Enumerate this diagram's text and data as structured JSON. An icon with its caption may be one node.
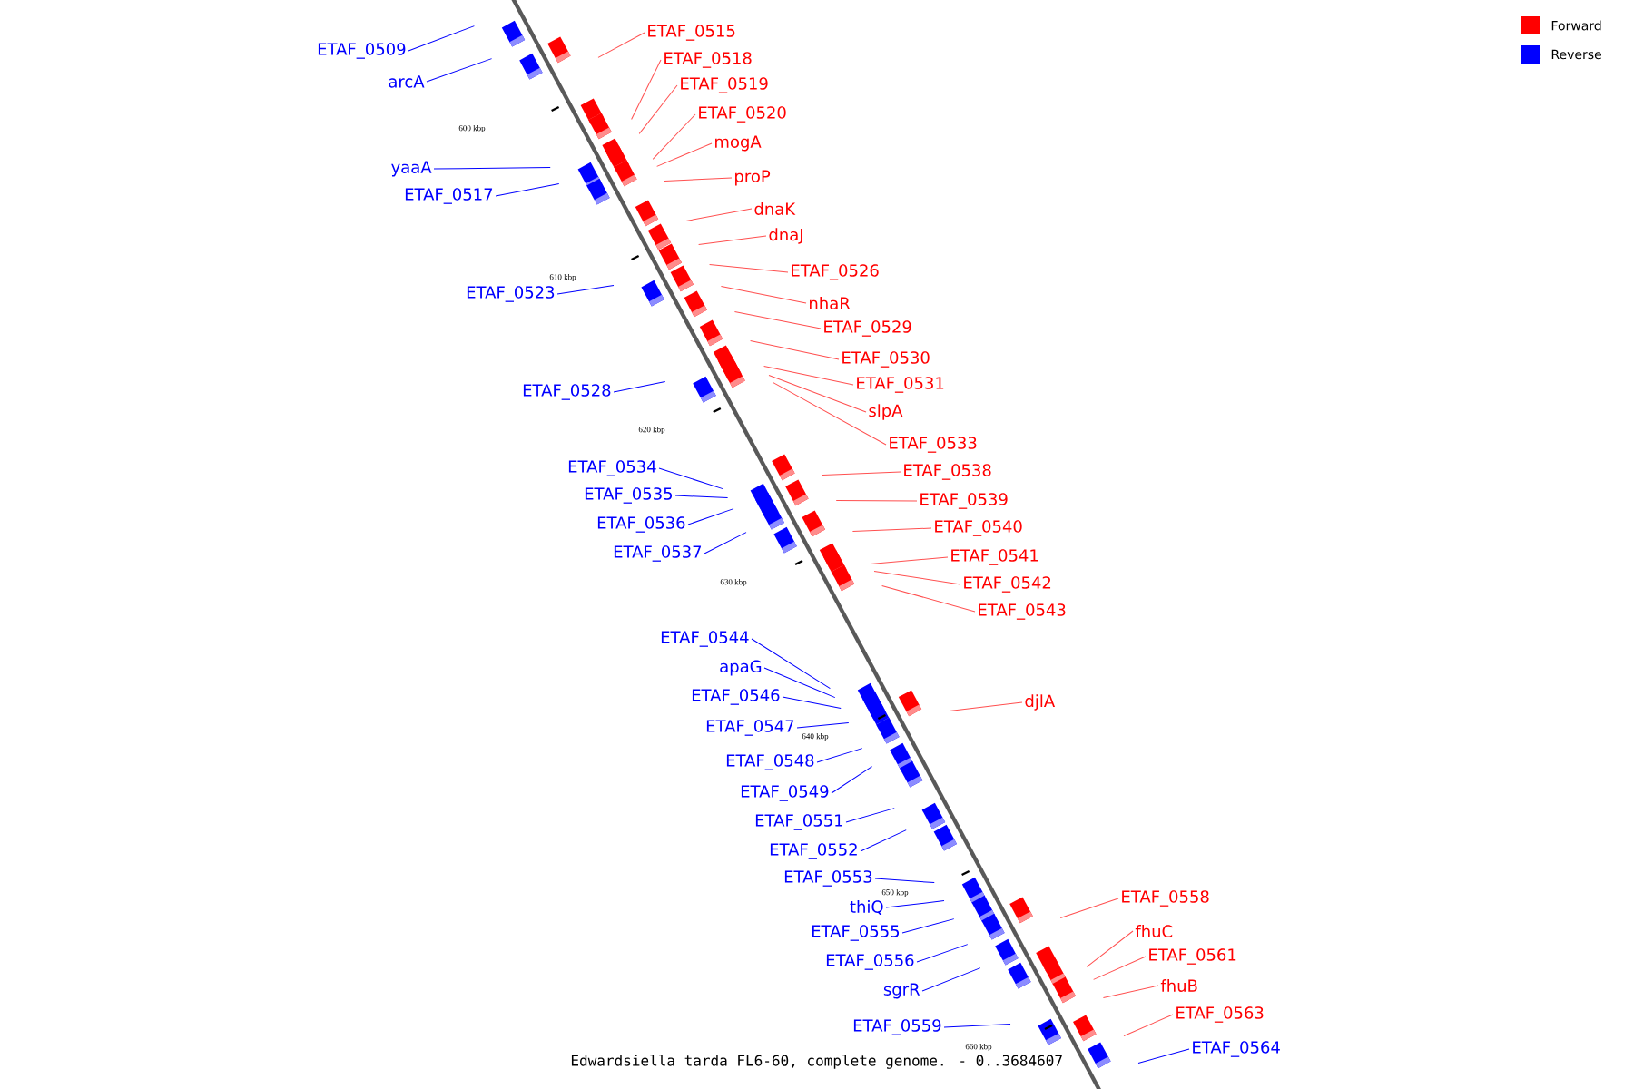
{
  "diagram": {
    "caption": "Edwardsiella tarda FL6-60, complete genome. - 0..3684607",
    "nodes": [
      {
        "text": [
          "ETAF_0515"
        ]
      },
      {
        "text": [
          "ETAF_0518"
        ]
      },
      {
        "text": [
          "ETAF_0519"
        ]
      },
      {
        "text": [
          "ETAF_0520"
        ]
      },
      {
        "text": [
          "mogA"
        ]
      },
      {
        "text": [
          "proP"
        ]
      },
      {
        "text": [
          "dnaK"
        ]
      },
      {
        "text": [
          "dnaJ"
        ]
      },
      {
        "text": [
          "ETAF_0526"
        ]
      },
      {
        "text": [
          "nhaR"
        ]
      },
      {
        "text": [
          "ETAF_0529"
        ]
      },
      {
        "text": [
          "ETAF_0530"
        ]
      },
      {
        "text": [
          "ETAF_0531"
        ]
      },
      {
        "text": [
          "slpA"
        ]
      },
      {
        "text": [
          "ETAF_0533"
        ]
      },
      {
        "text": [
          "ETAF_0538"
        ]
      },
      {
        "text": [
          "ETAF_0539"
        ]
      },
      {
        "text": [
          "ETAF_0540"
        ]
      },
      {
        "text": [
          "ETAF_0541"
        ]
      },
      {
        "text": [
          "ETAF_0542"
        ]
      },
      {
        "text": [
          "ETAF_0543"
        ]
      },
      {
        "text": [
          "djlA"
        ]
      },
      {
        "text": [
          "ETAF_0558"
        ]
      },
      {
        "text": [
          "fhuC"
        ]
      },
      {
        "text": [
          "ETAF_0561"
        ]
      },
      {
        "text": [
          "fhuB"
        ]
      },
      {
        "text": [
          "ETAF_0563"
        ]
      },
      {
        "text": [
          "ETAF_0564"
        ]
      },
      {
        "text": [
          "ETAF_0509"
        ]
      },
      {
        "text": [
          "arcA"
        ]
      },
      {
        "text": [
          "yaaA"
        ]
      },
      {
        "text": [
          "ETAF_0517"
        ]
      },
      {
        "text": [
          "ETAF_0523"
        ]
      },
      {
        "text": [
          "ETAF_0528"
        ]
      },
      {
        "text": [
          "ETAF_0534"
        ]
      },
      {
        "text": [
          "ETAF_0535"
        ]
      },
      {
        "text": [
          "ETAF_0536"
        ]
      },
      {
        "text": [
          "ETAF_0537"
        ]
      },
      {
        "text": [
          "ETAF_0544"
        ]
      },
      {
        "text": [
          "apaG"
        ]
      },
      {
        "text": [
          "ETAF_0546"
        ]
      },
      {
        "text": [
          "ETAF_0547"
        ]
      },
      {
        "text": [
          "ETAF_0548"
        ]
      },
      {
        "text": [
          "ETAF_0549"
        ]
      },
      {
        "text": [
          "ETAF_0551"
        ]
      },
      {
        "text": [
          "ETAF_0552"
        ]
      },
      {
        "text": [
          "ETAF_0553"
        ]
      },
      {
        "text": [
          "thiQ"
        ]
      },
      {
        "text": [
          "ETAF_0555"
        ]
      },
      {
        "text": [
          "ETAF_0556"
        ]
      },
      {
        "text": [
          "sgrR"
        ]
      },
      {
        "text": [
          "ETAF_0559"
        ]
      }
    ],
    "edges": [
      {
        "from": 0,
        "to": null,
        "arrow": "none"
      },
      {
        "from": 1,
        "to": null,
        "arrow": "none"
      },
      {
        "from": 2,
        "to": null,
        "arrow": "none"
      },
      {
        "from": 3,
        "to": null,
        "arrow": "none"
      },
      {
        "from": 4,
        "to": null,
        "arrow": "none"
      },
      {
        "from": 5,
        "to": null,
        "arrow": "none"
      },
      {
        "from": 6,
        "to": null,
        "arrow": "none"
      },
      {
        "from": 7,
        "to": null,
        "arrow": "none"
      },
      {
        "from": 8,
        "to": null,
        "arrow": "none"
      },
      {
        "from": 9,
        "to": null,
        "arrow": "none"
      },
      {
        "from": 10,
        "to": null,
        "arrow": "none"
      },
      {
        "from": 11,
        "to": null,
        "arrow": "none"
      },
      {
        "from": 12,
        "to": null,
        "arrow": "none"
      },
      {
        "from": 13,
        "to": null,
        "arrow": "none"
      },
      {
        "from": 14,
        "to": null,
        "arrow": "none"
      },
      {
        "from": 15,
        "to": null,
        "arrow": "none"
      },
      {
        "from": 16,
        "to": null,
        "arrow": "none"
      },
      {
        "from": 17,
        "to": null,
        "arrow": "none"
      },
      {
        "from": 18,
        "to": null,
        "arrow": "none"
      },
      {
        "from": 19,
        "to": null,
        "arrow": "none"
      },
      {
        "from": 20,
        "to": null,
        "arrow": "none"
      },
      {
        "from": 21,
        "to": null,
        "arrow": "none"
      },
      {
        "from": 22,
        "to": null,
        "arrow": "none"
      },
      {
        "from": 23,
        "to": null,
        "arrow": "none"
      },
      {
        "from": 24,
        "to": null,
        "arrow": "none"
      },
      {
        "from": 25,
        "to": null,
        "arrow": "none"
      },
      {
        "from": 26,
        "to": null,
        "arrow": "none"
      },
      {
        "from": 27,
        "to": null,
        "arrow": "none",
        "color": "#0000ff"
      },
      {
        "from": 28,
        "to": null,
        "arrow": "none",
        "color": "#0000ff"
      },
      {
        "from": 29,
        "to": null,
        "arrow": "none",
        "color": "#0000ff"
      },
      {
        "from": 30,
        "to": null,
        "arrow": "none",
        "color": "#0000ff"
      },
      {
        "from": 31,
        "to": null,
        "arrow": "none",
        "color": "#0000ff"
      },
      {
        "from": 32,
        "to": null,
        "arrow": "none",
        "color": "#0000ff"
      },
      {
        "from": 33,
        "to": null,
        "arrow": "none",
        "color": "#0000ff"
      },
      {
        "from": 34,
        "to": null,
        "arrow": "none",
        "color": "#0000ff"
      },
      {
        "from": 35,
        "to": null,
        "arrow": "none",
        "color": "#0000ff"
      },
      {
        "from": 36,
        "to": null,
        "arrow": "none",
        "color": "#0000ff"
      },
      {
        "from": 37,
        "to": null,
        "arrow": "none",
        "color": "#0000ff"
      },
      {
        "from": 38,
        "to": null,
        "arrow": "none",
        "color": "#0000ff"
      },
      {
        "from": 39,
        "to": null,
        "arrow": "none",
        "color": "#0000ff"
      },
      {
        "from": 40,
        "to": null,
        "arrow": "none",
        "color": "#0000ff"
      },
      {
        "from": 41,
        "to": null,
        "arrow": "none",
        "color": "#0000ff"
      },
      {
        "from": 42,
        "to": null,
        "arrow": "none",
        "color": "#0000ff"
      },
      {
        "from": 43,
        "to": null,
        "arrow": "none",
        "color": "#0000ff"
      },
      {
        "from": 44,
        "to": null,
        "arrow": "none",
        "color": "#0000ff"
      },
      {
        "from": 45,
        "to": null,
        "arrow": "none",
        "color": "#0000ff"
      },
      {
        "from": 46,
        "to": null,
        "arrow": "none",
        "color": "#0000ff"
      },
      {
        "from": 47,
        "to": null,
        "arrow": "none",
        "color": "#0000ff"
      },
      {
        "from": 48,
        "to": null,
        "arrow": "none",
        "color": "#0000ff"
      },
      {
        "from": 49,
        "to": null,
        "arrow": "none",
        "color": "#0000ff"
      },
      {
        "from": 50,
        "to": null,
        "arrow": "none",
        "color": "#0000ff"
      },
      {
        "from": 51,
        "to": null,
        "arrow": "none",
        "color": "#0000ff"
      }
    ],
    "labels": [
      "600 kbp",
      "610 kbp",
      "620 kbp",
      "630 kbp",
      "640 kbp",
      "650 kbp",
      "660 kbp"
    ],
    "legend": [
      {
        "text": "Forward",
        "color": "#ff0000"
      },
      {
        "text": "Reverse",
        "color": "#0000ff"
      }
    ]
  }
}
